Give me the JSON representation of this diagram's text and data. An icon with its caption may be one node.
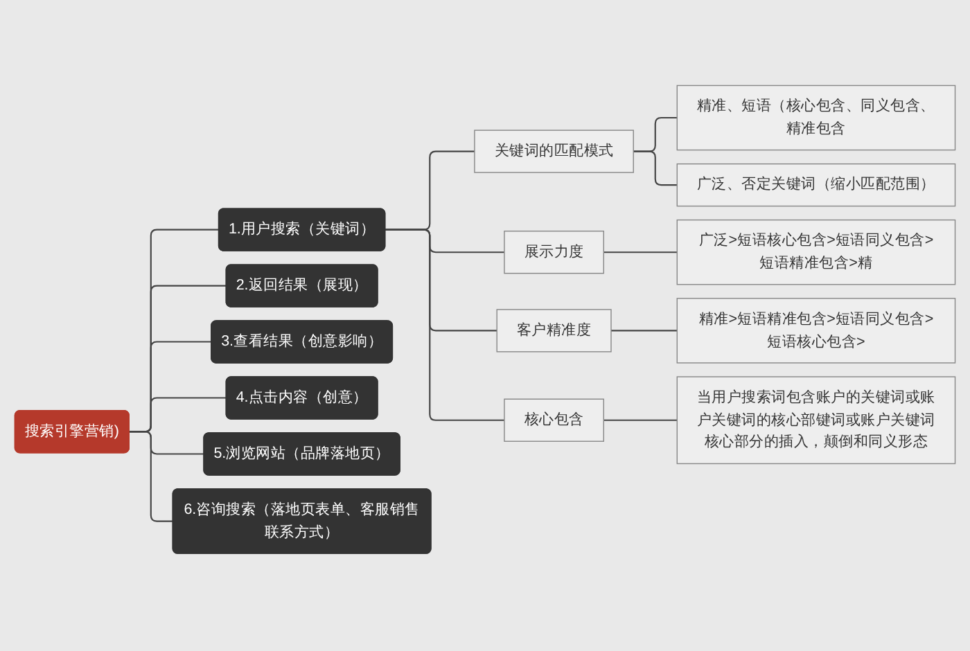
{
  "diagram": {
    "nodes": [
      {
        "text": [
          "搜索引擎营销)"
        ]
      },
      {
        "text": [
          "1.用户搜索（关键词）"
        ]
      },
      {
        "text": [
          "2.返回结果（展现）"
        ]
      },
      {
        "text": [
          "3.查看结果（创意影响）"
        ]
      },
      {
        "text": [
          "4.点击内容（创意）"
        ]
      },
      {
        "text": [
          "5.浏览网站（品牌落地页）"
        ]
      },
      {
        "text": [
          "6.咨询搜索（落地页表单、客服销售联系方式）"
        ]
      },
      {
        "text": [
          "关键词的匹配模式"
        ]
      },
      {
        "text": [
          "精准、短语（核心包含、同义包含、精准包含"
        ]
      },
      {
        "text": [
          "广泛、否定关键词（缩小匹配范围）"
        ]
      },
      {
        "text": [
          "展示力度"
        ]
      },
      {
        "text": [
          "广泛>短语核心包含>短语同义包含>短语精准包含>精"
        ]
      },
      {
        "text": [
          "客户精准度"
        ]
      },
      {
        "text": [
          "精准>短语精准包含>短语同义包含>短语核心包含>"
        ]
      },
      {
        "text": [
          "核心包含"
        ]
      },
      {
        "text": [
          "当用户搜索词包含账户的关键词或账户关键词的核心部键词或账户关键词核心部分的插入，颠倒和同义形态"
        ]
      }
    ],
    "edges": [
      {
        "from": 0,
        "to": 1,
        "arrow": "none"
      },
      {
        "from": 0,
        "to": 2,
        "arrow": "none"
      },
      {
        "from": 0,
        "to": 3,
        "arrow": "none"
      },
      {
        "from": 0,
        "to": 4,
        "arrow": "none"
      },
      {
        "from": 0,
        "to": 5,
        "arrow": "none"
      },
      {
        "from": 0,
        "to": 6,
        "arrow": "none"
      },
      {
        "from": 1,
        "to": 7,
        "arrow": "none"
      },
      {
        "from": 1,
        "to": 10,
        "arrow": "none"
      },
      {
        "from": 1,
        "to": 12,
        "arrow": "none"
      },
      {
        "from": 1,
        "to": 14,
        "arrow": "none"
      },
      {
        "from": 7,
        "to": 8,
        "arrow": "none"
      },
      {
        "from": 7,
        "to": 9,
        "arrow": "none"
      },
      {
        "from": 10,
        "to": 11,
        "arrow": "none"
      },
      {
        "from": 12,
        "to": 13,
        "arrow": "none"
      },
      {
        "from": 14,
        "to": 15,
        "arrow": "none"
      }
    ]
  }
}
